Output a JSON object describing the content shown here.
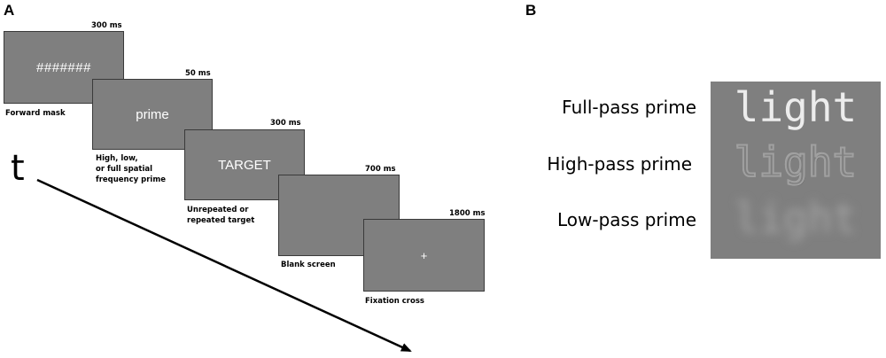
{
  "panel_a": {
    "letter": "A",
    "time_label": "t",
    "screens": [
      {
        "text": "#######",
        "duration": "300 ms",
        "caption": [
          "Forward mask"
        ]
      },
      {
        "text": "prime",
        "duration": "50 ms",
        "caption": [
          "High, low,",
          "or full spatial",
          "frequency prime"
        ]
      },
      {
        "text": "TARGET",
        "duration": "300 ms",
        "caption": [
          "Unrepeated or",
          "repeated target"
        ]
      },
      {
        "text": "",
        "duration": "700 ms",
        "caption": [
          "Blank screen"
        ]
      },
      {
        "text": "+",
        "duration": "1800 ms",
        "caption": [
          "Fixation cross"
        ]
      }
    ]
  },
  "panel_b": {
    "letter": "B",
    "rows": [
      {
        "label": "Full-pass prime",
        "word": "light"
      },
      {
        "label": "High-pass prime",
        "word": "light"
      },
      {
        "label": "Low-pass prime",
        "word": "light"
      }
    ]
  }
}
